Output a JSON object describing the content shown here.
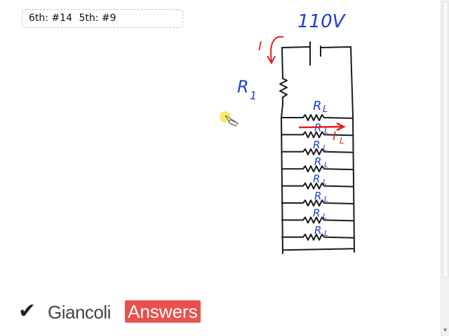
{
  "problem_ref": {
    "sixth": "6th: #14",
    "fifth": "5th: #9"
  },
  "circuit": {
    "voltage": "110V",
    "current_label": "I",
    "r1_label": "R",
    "r1_sub": "1",
    "rl_label": "R",
    "rl_sub": "L",
    "il_label": "I",
    "il_sub": "L",
    "branch_count": 8
  },
  "colors": {
    "ink": "#1a1a1a",
    "blue": "#1e3fd0",
    "red": "#e02020",
    "brand": "#e8514e"
  },
  "logo": {
    "check_icon": "checkmark-icon",
    "word": "Giancoli",
    "highlight": "Answers"
  },
  "icons": {
    "pointer": "pointer-icon",
    "scroll_down": "chevron-down-icon"
  }
}
